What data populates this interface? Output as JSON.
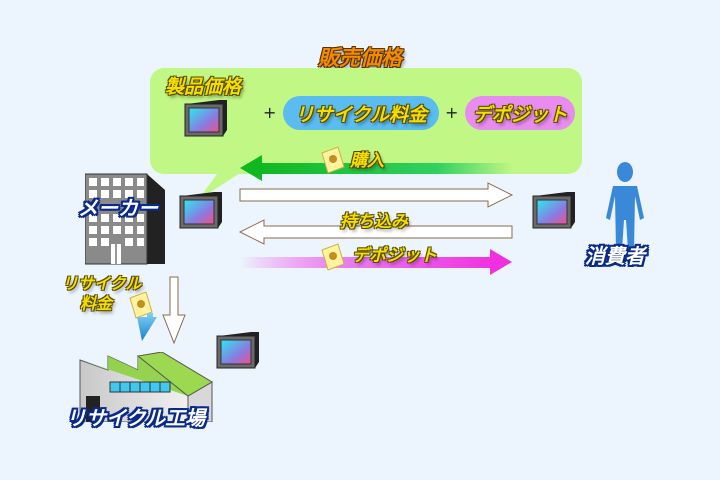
{
  "title": "販売価格",
  "price_box": {
    "product_price": "製品価格",
    "plus1": "+",
    "recycle_fee": "リサイクル料金",
    "plus2": "+",
    "deposit": "デポジット"
  },
  "arrows": {
    "purchase": "購入",
    "bring_in": "持ち込み",
    "deposit": "デポジット"
  },
  "nodes": {
    "maker": "メーカー",
    "consumer": "消費者",
    "factory": "リサイクル工場",
    "recycle_fee_line1": "リサイクル",
    "recycle_fee_line2": "料金"
  },
  "colors": {
    "background": "#ecf5fd",
    "bubble": "#c1f784",
    "recycle_pill": "#5bbcf0",
    "deposit_pill": "#e98cf0",
    "purchase_arrow": "#1fc43a",
    "deposit_arrow": "#f050e8"
  }
}
